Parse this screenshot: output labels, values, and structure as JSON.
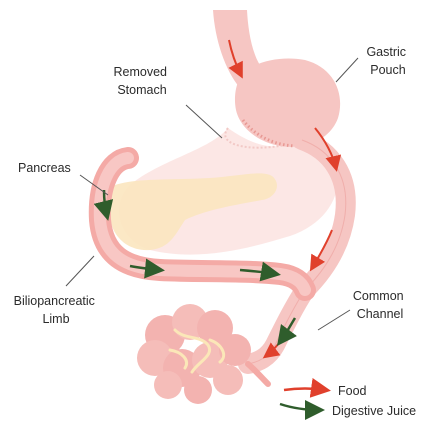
{
  "labels": {
    "gastric_pouch": [
      "Gastric",
      "Pouch"
    ],
    "removed_stomach": [
      "Removed",
      "Stomach"
    ],
    "pancreas": "Pancreas",
    "biliopancreatic_limb": [
      "Biliopancreatic",
      "Limb"
    ],
    "common_channel": [
      "Common",
      "Channel"
    ]
  },
  "legend": [
    {
      "label": "Food",
      "color": "#e0402c"
    },
    {
      "label": "Digestive Juice",
      "color": "#2f5d2c"
    }
  ],
  "colors": {
    "organ": "#f6c6c3",
    "organ_edge": "#ec9f9b",
    "removed": "#fbe3e1",
    "pancreas": "#fbe6bf",
    "food_arrow": "#e0402c",
    "juice_arrow": "#2f5d2c"
  }
}
